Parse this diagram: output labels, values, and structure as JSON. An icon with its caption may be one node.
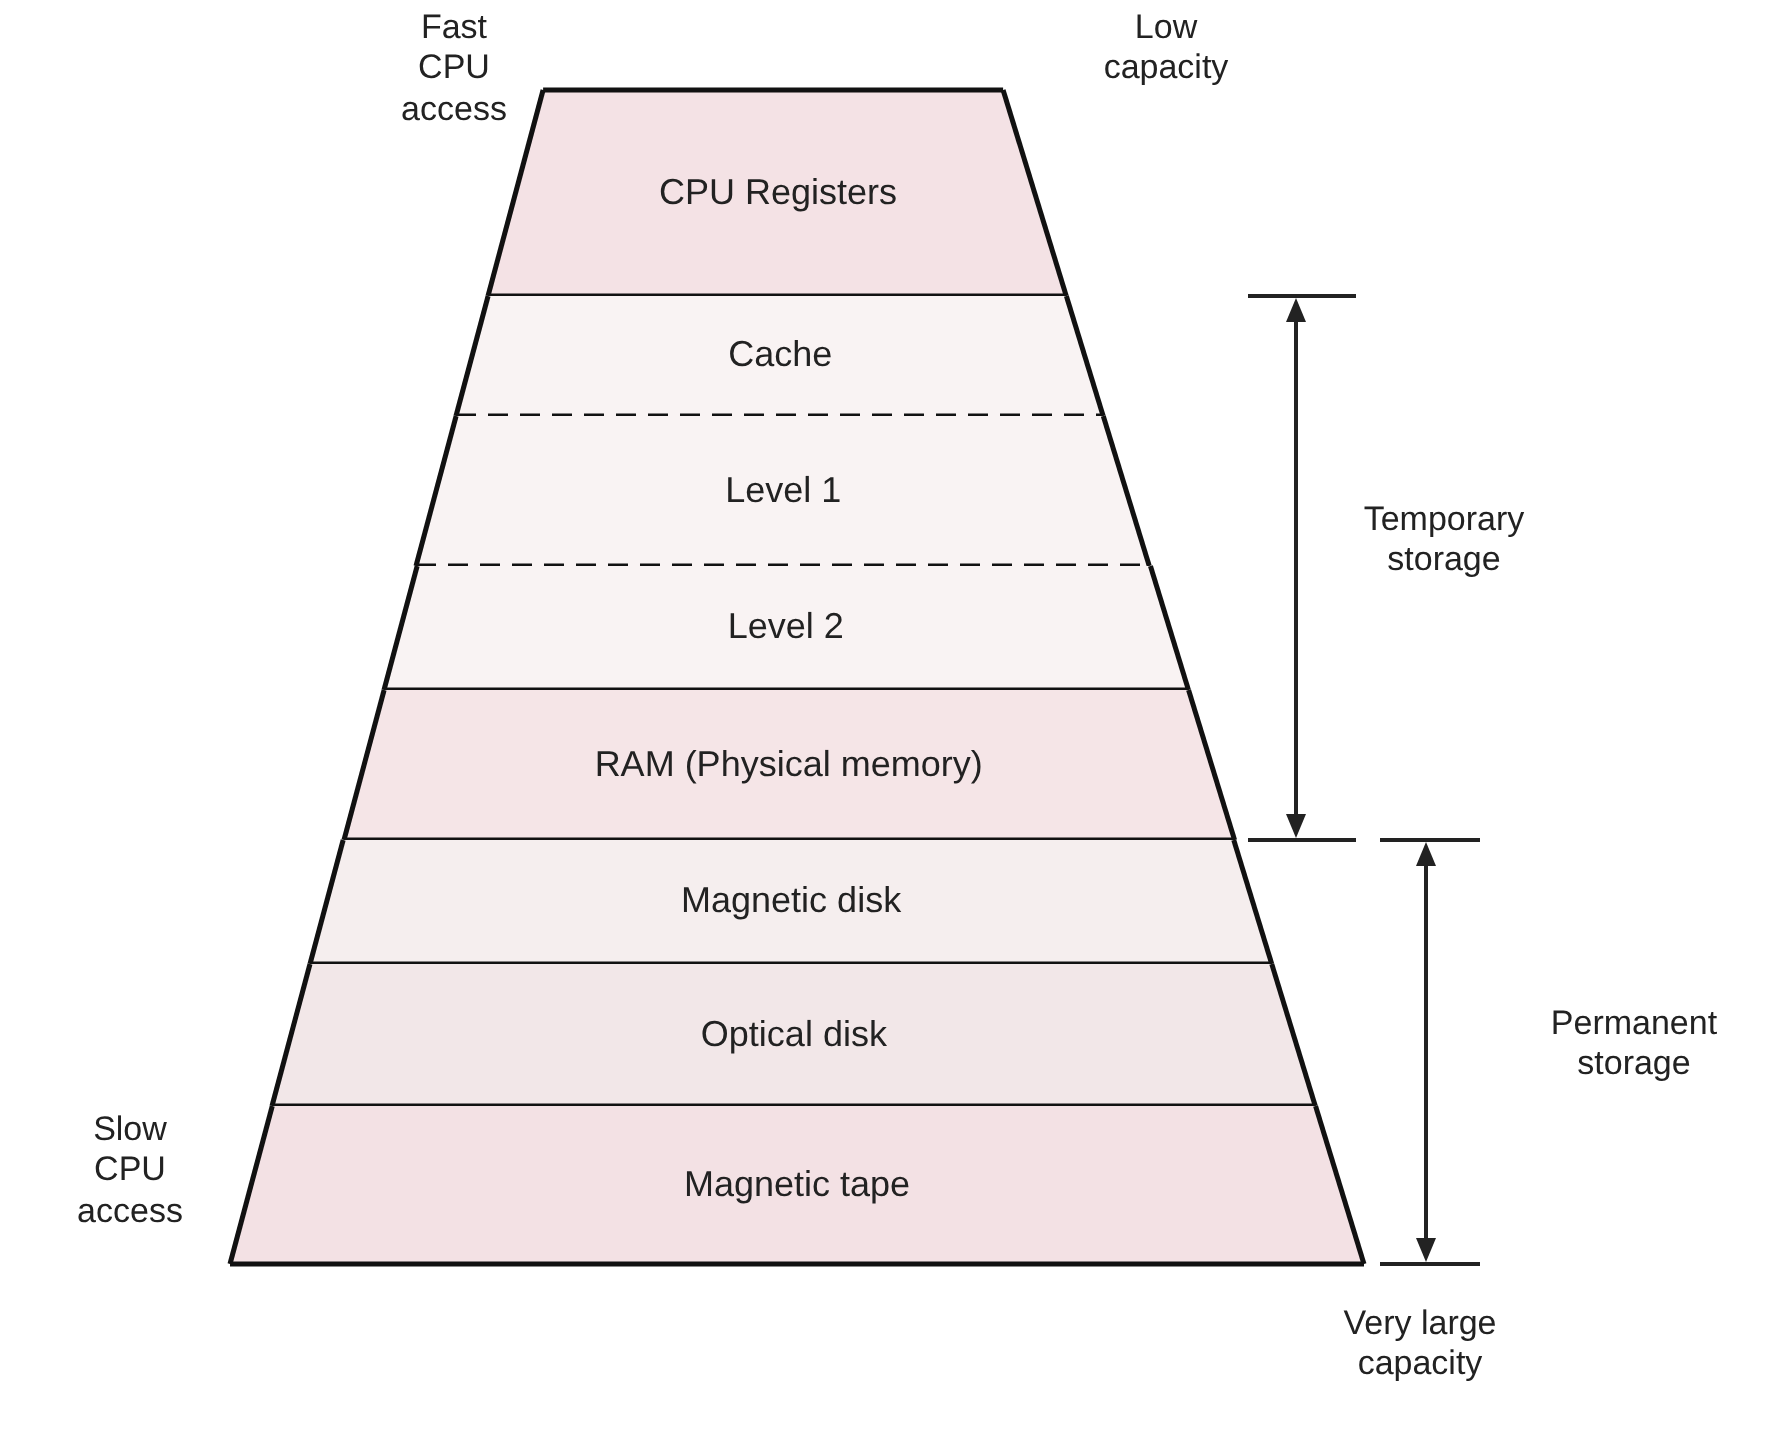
{
  "diagram": {
    "nodes": [
      {
        "text": [
          "CPU Registers"
        ]
      },
      {
        "text": [
          "Cache"
        ]
      },
      {
        "text": [
          "Level 1"
        ]
      },
      {
        "text": [
          "Level 2"
        ]
      },
      {
        "text": [
          "RAM (Physical memory)"
        ]
      },
      {
        "text": [
          "Magnetic disk"
        ]
      },
      {
        "text": [
          "Optical disk"
        ]
      },
      {
        "text": [
          "Magnetic tape"
        ]
      }
    ],
    "edges": [],
    "labels": [
      "Fast CPU access",
      "Low capacity",
      "Temporary storage",
      "Permanent storage",
      "Slow CPU access",
      "Very large capacity"
    ]
  }
}
